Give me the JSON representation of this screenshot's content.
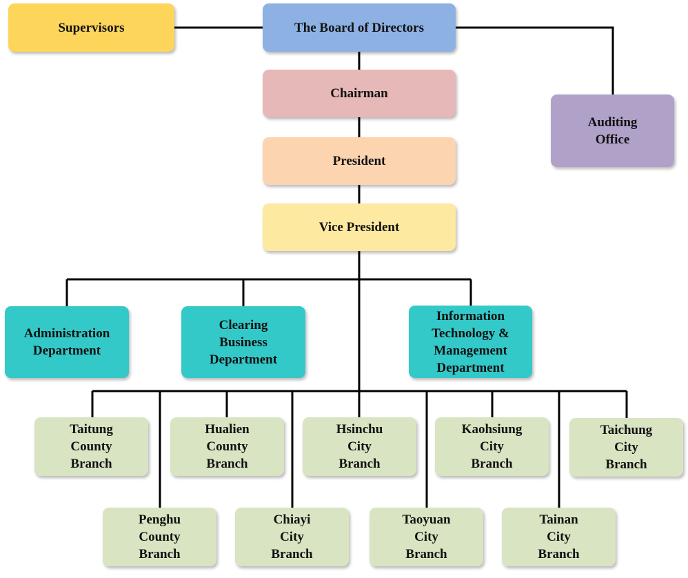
{
  "colors": {
    "supervisors": "#fdd55a",
    "board": "#8db1e3",
    "chairman": "#e6b8b8",
    "president": "#fcd4b0",
    "vice_president": "#fde9a0",
    "auditing": "#b0a1c9",
    "department": "#33c9c9",
    "branch": "#d9e4c2",
    "line": "#000000"
  },
  "nodes": {
    "supervisors": "Supervisors",
    "board": "The Board of Directors",
    "chairman": "Chairman",
    "president": "President",
    "vice_president": "Vice President",
    "auditing": "Auditing\nOffice"
  },
  "departments": [
    "Administration\nDepartment",
    "Clearing\nBusiness\nDepartment",
    "Information\nTechnology &\nManagement\nDepartment"
  ],
  "branches_top": [
    "Taitung\nCounty\nBranch",
    "Hualien\nCounty\nBranch",
    "Hsinchu\nCity\nBranch",
    "Kaohsiung\nCity\nBranch",
    "Taichung\nCity\nBranch"
  ],
  "branches_bottom": [
    "Penghu\nCounty\nBranch",
    "Chiayi\nCity\nBranch",
    "Taoyuan\nCity\nBranch",
    "Tainan\nCity\nBranch"
  ]
}
